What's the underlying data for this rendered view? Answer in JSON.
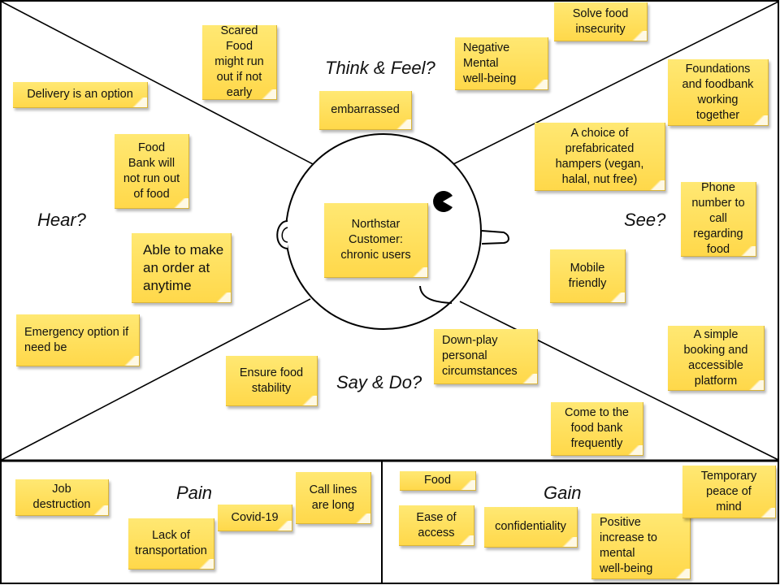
{
  "labels": {
    "think_feel": "Think & Feel?",
    "hear": "Hear?",
    "see": "See?",
    "say_do": "Say & Do?",
    "pain": "Pain",
    "gain": "Gain"
  },
  "center": "Northstar\nCustomer:\nchronic users",
  "think_feel": [
    "Scared\nFood\nmight run\nout if not\nearly",
    "embarrassed",
    "Negative\nMental\nwell-being",
    "Solve food\ninsecurity"
  ],
  "hear": [
    "Delivery is an option",
    "Food\nBank will\nnot run out\nof food",
    "Able to make\nan order at\nanytime",
    "Emergency option if\nneed be"
  ],
  "see": [
    "Foundations\nand foodbank\nworking\ntogether",
    "A choice of\nprefabricated\nhampers (vegan,\nhalal, nut free)",
    "Phone\nnumber to\ncall\nregarding\nfood",
    "Mobile\nfriendly",
    "A simple\nbooking and\naccessible\nplatform"
  ],
  "say_do": [
    "Ensure food\nstability",
    "Down-play\npersonal\ncircumstances",
    "Come to the\nfood bank\nfrequently"
  ],
  "pain": [
    "Job\ndestruction",
    "Covid-19",
    "Call lines\nare long",
    "Lack of\ntransportation"
  ],
  "gain": [
    "Food",
    "Ease of\naccess",
    "confidentiality",
    "Positive\nincrease to\nmental\nwell-being",
    "Temporary\npeace of\nmind"
  ]
}
